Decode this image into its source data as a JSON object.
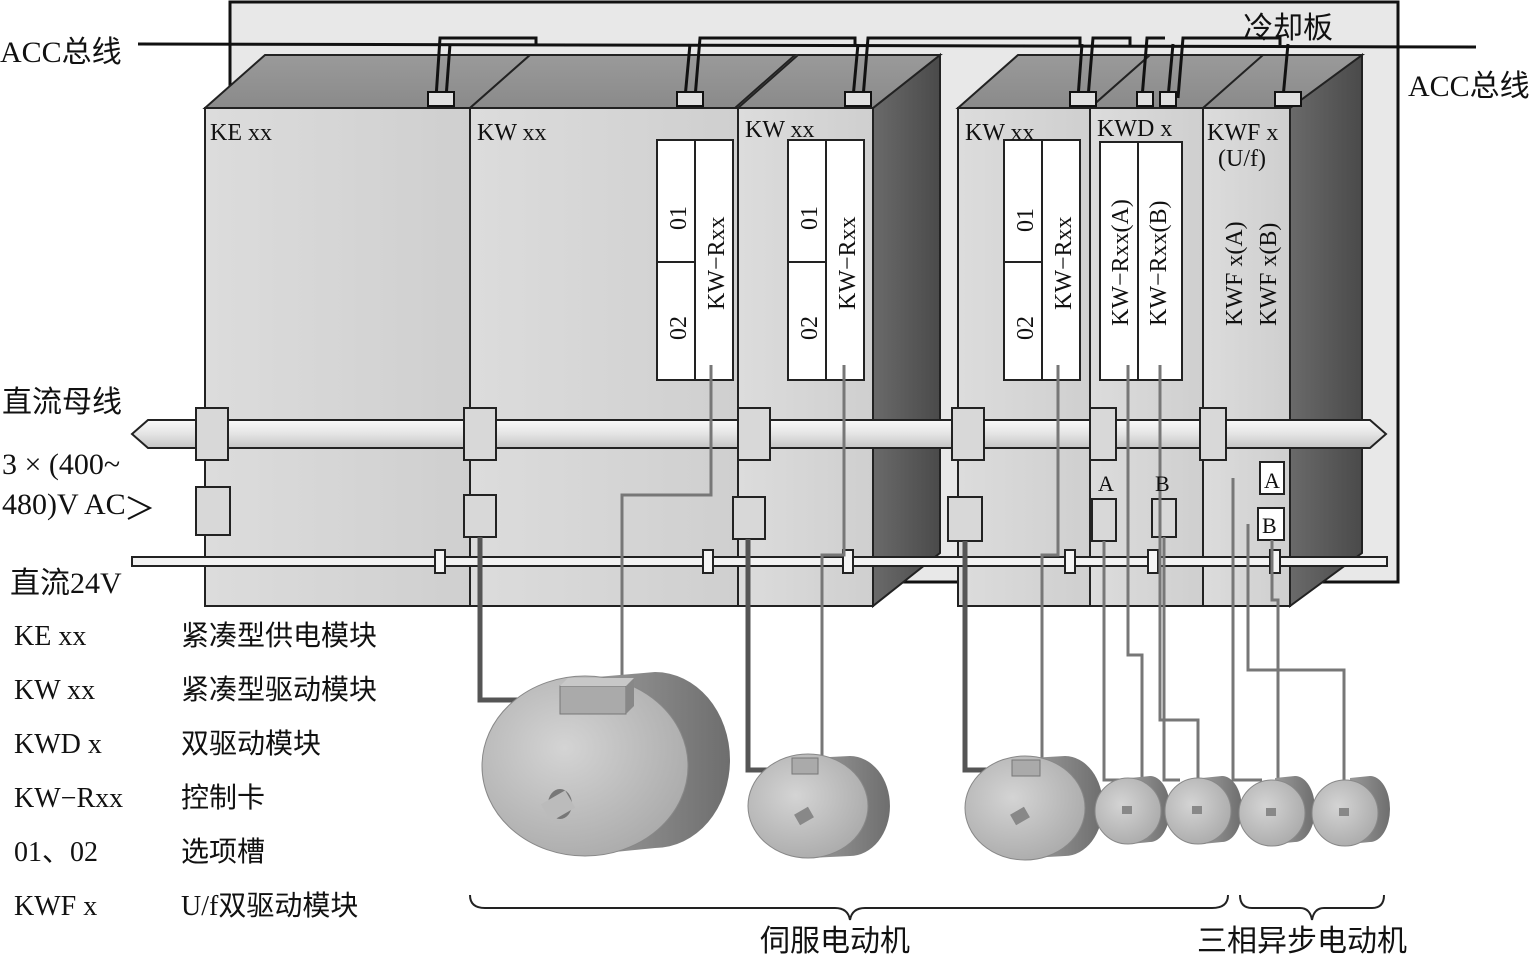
{
  "labels": {
    "acc_bus_left": "ACC总线",
    "acc_bus_right": "ACC总线",
    "cooling_plate": "冷却板",
    "dc_bus": "直流母线",
    "ac_input_line1": "3 × (400~",
    "ac_input_line2": "480)V AC",
    "dc24v": "直流24V",
    "servo_motors": "伺服电动机",
    "async_motors": "三相异步电动机"
  },
  "modules": [
    {
      "id": "ke",
      "label": "KE xx"
    },
    {
      "id": "kw1",
      "label": "KW xx",
      "card_slot_a": "01",
      "card_slot_b": "02",
      "card_name": "KW−Rxx"
    },
    {
      "id": "kw2",
      "label": "KW xx",
      "card_slot_a": "01",
      "card_slot_b": "02",
      "card_name": "KW−Rxx"
    },
    {
      "id": "kw3",
      "label": "KW xx",
      "card_slot_a": "01",
      "card_slot_b": "02",
      "card_name": "KW−Rxx"
    },
    {
      "id": "kwd",
      "label": "KWD x",
      "card_a": "KW−Rxx(A)",
      "card_b": "KW−Rxx(B)",
      "port_a": "A",
      "port_b": "B"
    },
    {
      "id": "kwf",
      "label": "KWF x",
      "sublabel": "(U/f)",
      "card_a": "KWF x(A)",
      "card_b": "KWF x(B)",
      "port_a": "A",
      "port_b": "B"
    }
  ],
  "legend": [
    {
      "code": "KE xx",
      "desc": "紧凑型供电模块"
    },
    {
      "code": "KW xx",
      "desc": "紧凑型驱动模块"
    },
    {
      "code": "KWD x",
      "desc": "双驱动模块"
    },
    {
      "code": "KW−Rxx",
      "desc": "控制卡"
    },
    {
      "code": "01、02",
      "desc": "选项槽"
    },
    {
      "code": "KWF x",
      "desc": "U/f双驱动模块"
    }
  ]
}
